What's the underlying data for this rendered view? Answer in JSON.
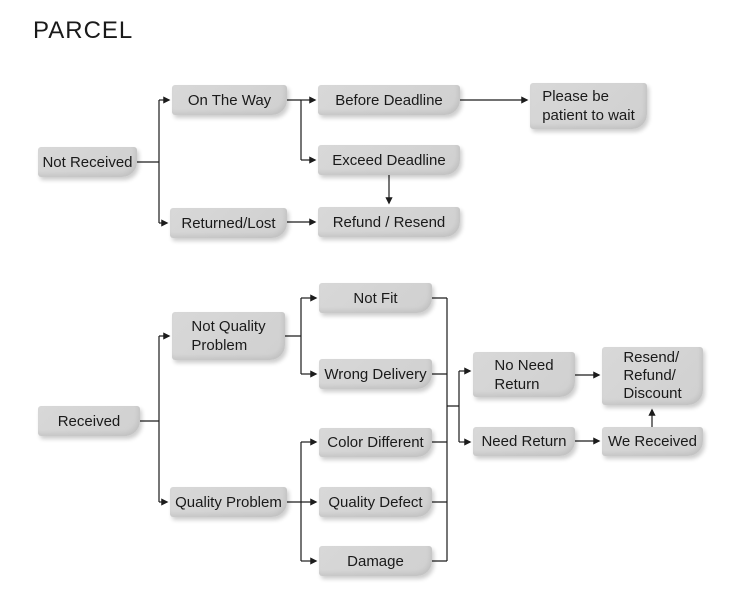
{
  "title": "PARCEL",
  "colors": {
    "background": "#ffffff",
    "box_fill": "#d3d3d3",
    "text": "#1a1a1a",
    "line": "#1c1c1c"
  },
  "nodes": {
    "not_received": {
      "label": "Not Received"
    },
    "on_the_way": {
      "label": "On The Way"
    },
    "returned_lost": {
      "label": "Returned/Lost"
    },
    "before_deadline": {
      "label": "Before Deadline"
    },
    "exceed_deadline": {
      "label": "Exceed Deadline"
    },
    "please_wait": {
      "label": "Please be\npatient to wait"
    },
    "refund_resend": {
      "label": "Refund / Resend"
    },
    "received": {
      "label": "Received"
    },
    "not_quality_problem": {
      "label": "Not Quality\nProblem"
    },
    "quality_problem": {
      "label": "Quality Problem"
    },
    "not_fit": {
      "label": "Not Fit"
    },
    "wrong_delivery": {
      "label": "Wrong Delivery"
    },
    "color_different": {
      "label": "Color Different"
    },
    "quality_defect": {
      "label": "Quality Defect"
    },
    "damage": {
      "label": "Damage"
    },
    "no_need_return": {
      "label": "No Need\nReturn"
    },
    "need_return": {
      "label": "Need Return"
    },
    "resend_refund_discount": {
      "label": "Resend/\nRefund/\nDiscount"
    },
    "we_received": {
      "label": "We Received"
    }
  },
  "edges": [
    {
      "from": "not_received",
      "to": "on_the_way"
    },
    {
      "from": "not_received",
      "to": "returned_lost"
    },
    {
      "from": "on_the_way",
      "to": "before_deadline"
    },
    {
      "from": "on_the_way",
      "to": "exceed_deadline"
    },
    {
      "from": "before_deadline",
      "to": "please_wait"
    },
    {
      "from": "exceed_deadline",
      "to": "refund_resend"
    },
    {
      "from": "returned_lost",
      "to": "refund_resend"
    },
    {
      "from": "received",
      "to": "not_quality_problem"
    },
    {
      "from": "received",
      "to": "quality_problem"
    },
    {
      "from": "not_quality_problem",
      "to": "not_fit"
    },
    {
      "from": "not_quality_problem",
      "to": "wrong_delivery"
    },
    {
      "from": "quality_problem",
      "to": "color_different"
    },
    {
      "from": "quality_problem",
      "to": "quality_defect"
    },
    {
      "from": "quality_problem",
      "to": "damage"
    },
    {
      "from": [
        "not_fit",
        "wrong_delivery",
        "color_different",
        "quality_defect",
        "damage"
      ],
      "to": [
        "no_need_return",
        "need_return"
      ]
    },
    {
      "from": "no_need_return",
      "to": "resend_refund_discount"
    },
    {
      "from": "need_return",
      "to": "we_received"
    },
    {
      "from": "we_received",
      "to": "resend_refund_discount"
    }
  ]
}
